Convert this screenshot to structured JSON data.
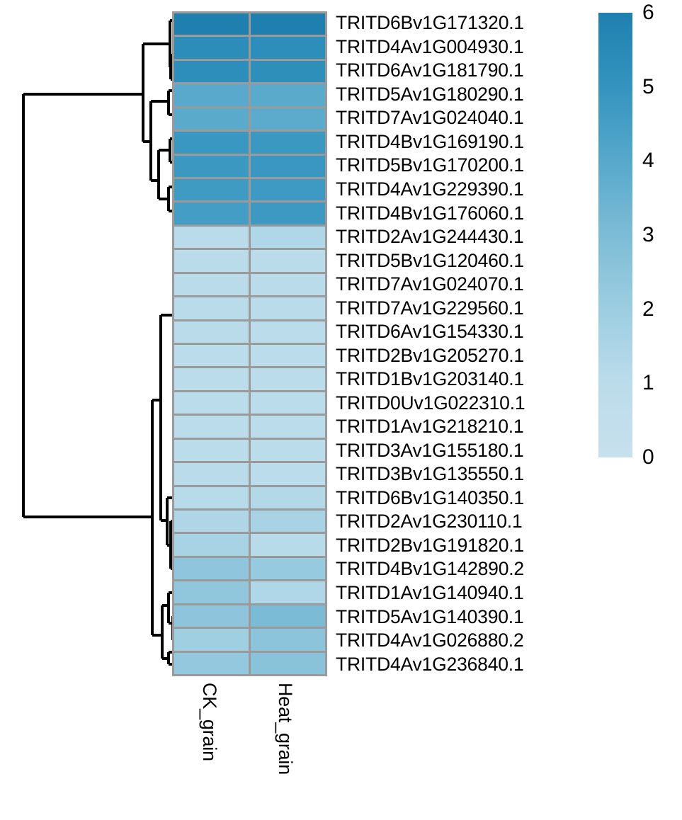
{
  "chart_data": {
    "type": "heatmap",
    "title": "",
    "xlabel": "",
    "ylabel": "",
    "columns": [
      "CK_grain",
      "Heat_grain"
    ],
    "rows": [
      "TRITD6Bv1G171320.1",
      "TRITD4Av1G004930.1",
      "TRITD6Av1G181790.1",
      "TRITD5Av1G180290.1",
      "TRITD7Av1G024040.1",
      "TRITD4Bv1G169190.1",
      "TRITD5Bv1G170200.1",
      "TRITD4Av1G229390.1",
      "TRITD4Bv1G176060.1",
      "TRITD2Av1G244430.1",
      "TRITD5Bv1G120460.1",
      "TRITD7Av1G024070.1",
      "TRITD7Av1G229560.1",
      "TRITD6Av1G154330.1",
      "TRITD2Bv1G205270.1",
      "TRITD1Bv1G203140.1",
      "TRITD0Uv1G022310.1",
      "TRITD1Av1G218210.1",
      "TRITD3Av1G155180.1",
      "TRITD3Bv1G135550.1",
      "TRITD6Bv1G140350.1",
      "TRITD2Av1G230110.1",
      "TRITD2Bv1G191820.1",
      "TRITD4Bv1G142890.2",
      "TRITD1Av1G140940.1",
      "TRITD5Av1G140390.1",
      "TRITD4Av1G026880.2",
      "TRITD4Av1G236840.1"
    ],
    "values": [
      [
        6.0,
        6.05
      ],
      [
        5.35,
        5.3
      ],
      [
        5.3,
        5.25
      ],
      [
        3.95,
        3.9
      ],
      [
        3.9,
        3.85
      ],
      [
        4.85,
        4.8
      ],
      [
        4.8,
        4.85
      ],
      [
        4.65,
        4.7
      ],
      [
        4.55,
        4.75
      ],
      [
        1.05,
        1.35
      ],
      [
        1.05,
        1.05
      ],
      [
        1.05,
        1.05
      ],
      [
        1.05,
        1.05
      ],
      [
        1.05,
        1.0
      ],
      [
        1.0,
        1.0
      ],
      [
        1.0,
        1.0
      ],
      [
        1.0,
        1.0
      ],
      [
        1.0,
        1.0
      ],
      [
        1.0,
        1.0
      ],
      [
        1.05,
        1.0
      ],
      [
        1.1,
        1.25
      ],
      [
        1.4,
        1.6
      ],
      [
        1.6,
        1.1
      ],
      [
        2.4,
        2.2
      ],
      [
        2.35,
        1.35
      ],
      [
        2.45,
        3.05
      ],
      [
        1.85,
        2.55
      ],
      [
        2.3,
        2.6
      ]
    ],
    "colorscale": {
      "name": "blues-sequential",
      "vmin": 0,
      "vmax": 6,
      "stops": [
        {
          "value": 0,
          "color": "#c7e0ed"
        },
        {
          "value": 1,
          "color": "#bbdcea"
        },
        {
          "value": 2,
          "color": "#9ccde1"
        },
        {
          "value": 3,
          "color": "#7dbcd6"
        },
        {
          "value": 4,
          "color": "#56a8cb"
        },
        {
          "value": 5,
          "color": "#3494bf"
        },
        {
          "value": 6,
          "color": "#1f80b0"
        }
      ]
    },
    "colorbar": {
      "ticks": [
        6,
        5,
        4,
        3,
        2,
        1,
        0
      ],
      "position": "right",
      "vmin": 0,
      "vmax": 6
    },
    "grid": true,
    "cell_border_color": "#9a9a9a",
    "dendrogram": {
      "position": "left",
      "line_color": "#000000",
      "orientation": "rows"
    }
  }
}
